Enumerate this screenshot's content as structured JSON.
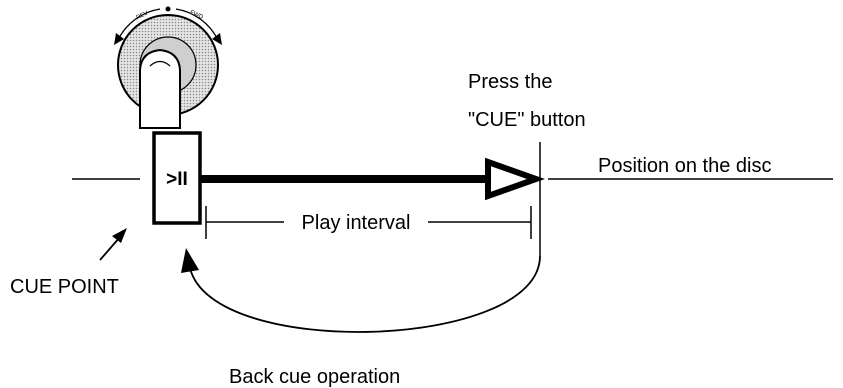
{
  "jog_dial": {
    "left_label": "REV",
    "right_label": "FWD"
  },
  "play_pause_button": {
    "label": ">II"
  },
  "labels": {
    "press_line1": "Press the",
    "press_line2": "\"CUE\" button",
    "position": "Position on the disc",
    "play_interval": "Play interval",
    "cue_point": "CUE POINT",
    "back_cue": "Back cue operation"
  },
  "colors": {
    "ink": "#000000",
    "dial_fill": "#d8d8d8",
    "background": "#ffffff"
  }
}
